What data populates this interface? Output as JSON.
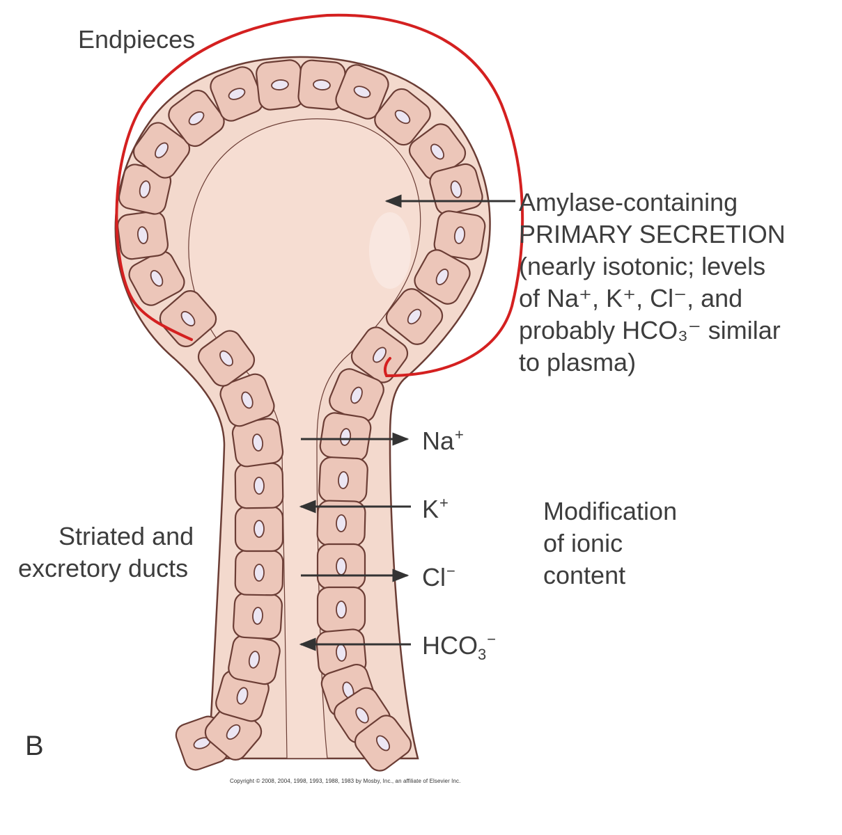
{
  "labels": {
    "endpieces": "Endpieces",
    "primary_lines": [
      "Amylase-containing",
      "PRIMARY SECRETION",
      "(nearly isotonic; levels",
      "of Na⁺, K⁺, Cl⁻, and",
      "probably HCO₃⁻ similar",
      "to plasma)"
    ],
    "ducts_lines": [
      "Striated and",
      "excretory ducts"
    ],
    "modification_lines": [
      "Modification",
      "of ionic",
      "content"
    ],
    "panel_letter": "B",
    "copyright": "Copyright © 2008, 2004, 1998, 1993, 1988, 1983 by Mosby, Inc., an affiliate of Elsevier Inc."
  },
  "ions": [
    {
      "base": "Na",
      "sup": "+",
      "sub": "",
      "direction": "out"
    },
    {
      "base": "K",
      "sup": "+",
      "sub": "",
      "direction": "in"
    },
    {
      "base": "Cl",
      "sup": "−",
      "sub": "",
      "direction": "out"
    },
    {
      "base": "HCO",
      "sup": "−",
      "sub": "3",
      "direction": "in"
    }
  ],
  "colors": {
    "tissue_fill": "#f3d9cd",
    "lumen_fill": "#f6ddd2",
    "cell_fill": "#ecc6b9",
    "cell_stroke": "#6b3d35",
    "nucleus_fill": "#ece6f3",
    "annotation_red": "#d42020",
    "arrow": "#333333"
  }
}
